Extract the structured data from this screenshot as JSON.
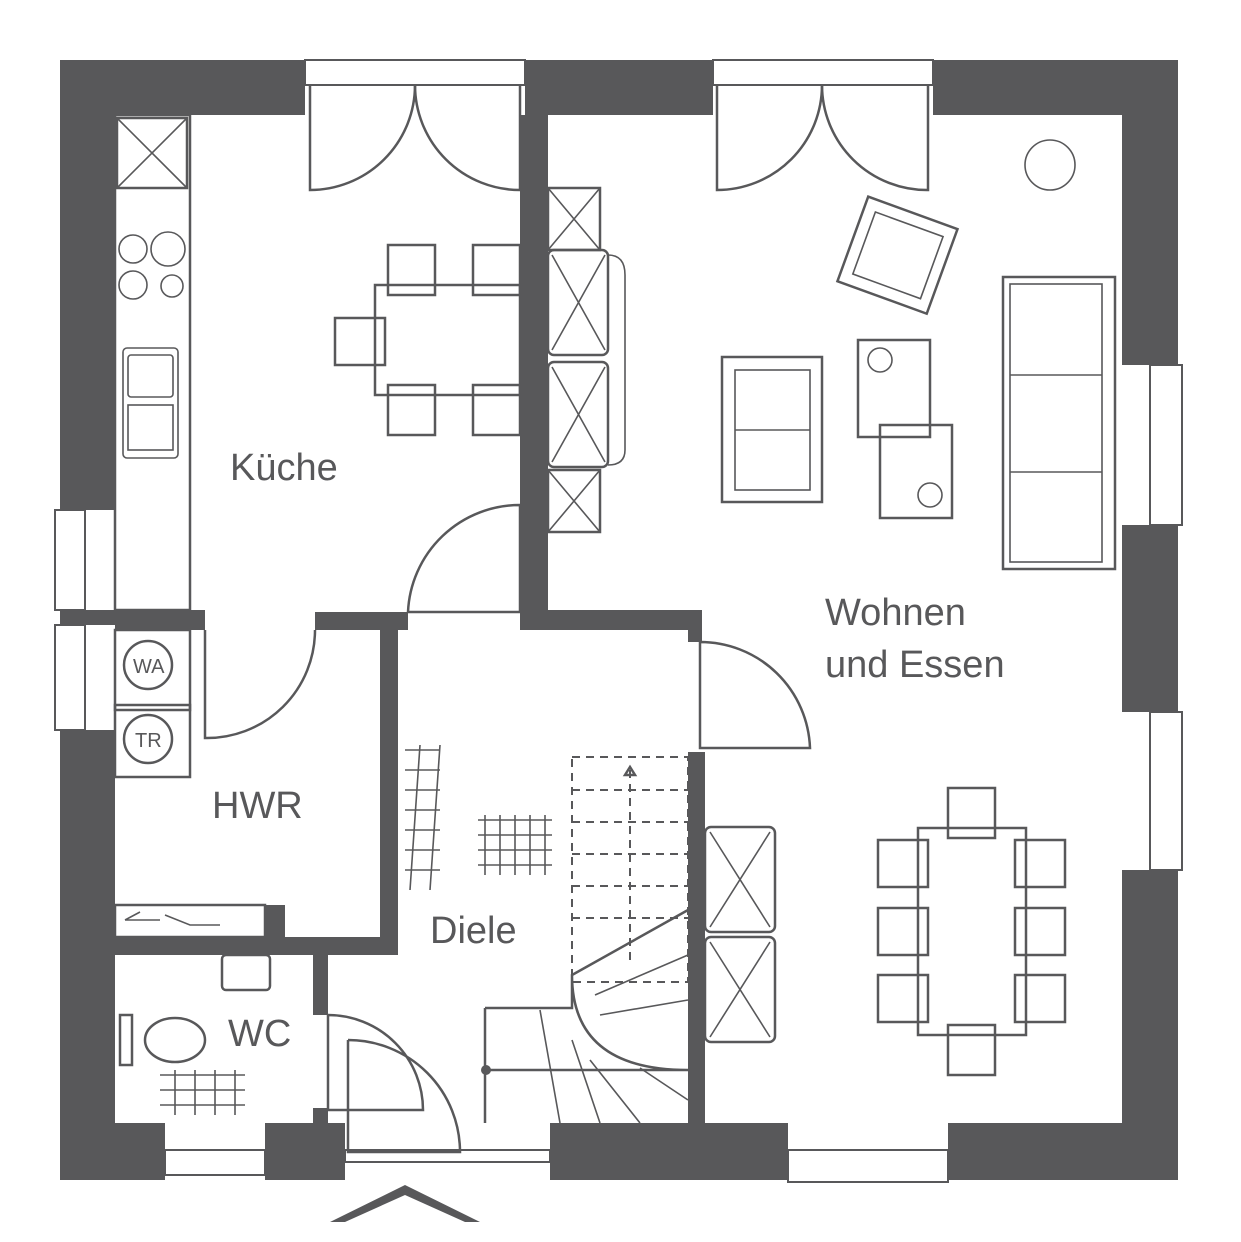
{
  "rooms": {
    "kitchen": "Küche",
    "living_line1": "Wohnen",
    "living_line2": "und  Essen",
    "utility": "HWR",
    "hall": "Diele",
    "wc": "WC"
  },
  "appliances": {
    "washer": "WA",
    "dryer": "TR"
  },
  "colors": {
    "wall": "#58585a",
    "background": "#ffffff"
  }
}
